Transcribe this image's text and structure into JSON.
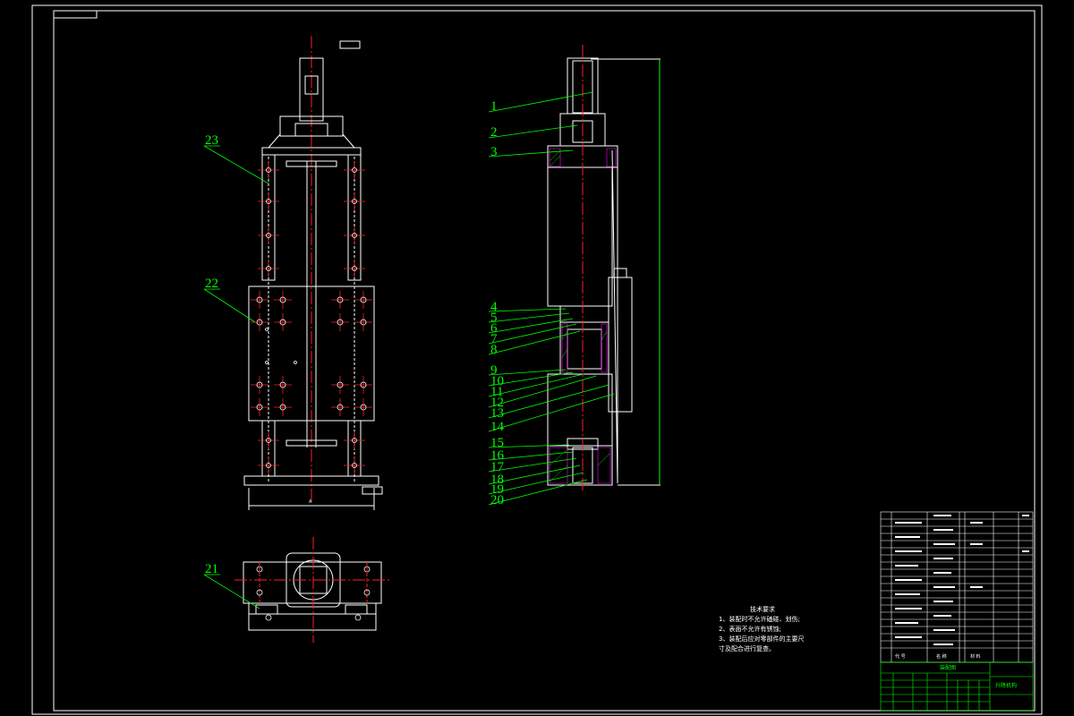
{
  "callouts_left": [
    "23",
    "22",
    "21"
  ],
  "callouts_right": [
    "1",
    "2",
    "3",
    "4",
    "5",
    "6",
    "7",
    "8",
    "9",
    "10",
    "11",
    "12",
    "13",
    "14",
    "15",
    "16",
    "17",
    "18",
    "19",
    "20"
  ],
  "notes": {
    "title": "技术要求",
    "lines": [
      "1、装配时不允许磕碰、划伤;",
      "2、表面不允许有锈蚀;",
      "3、装配后应对零部件的主要尺",
      "寸及配合进行复查。"
    ]
  },
  "bom_header": {
    "code": "代 号",
    "name": "名 称",
    "material": "材 料"
  },
  "title_block": {
    "drawing_name": "装配图",
    "mechanism_name": "升降机构"
  },
  "colors": {
    "frame": "#ffffff",
    "outline": "#ffffff",
    "center": "#ff2020",
    "leader": "#00ff00",
    "accent": "#ff00ff"
  }
}
